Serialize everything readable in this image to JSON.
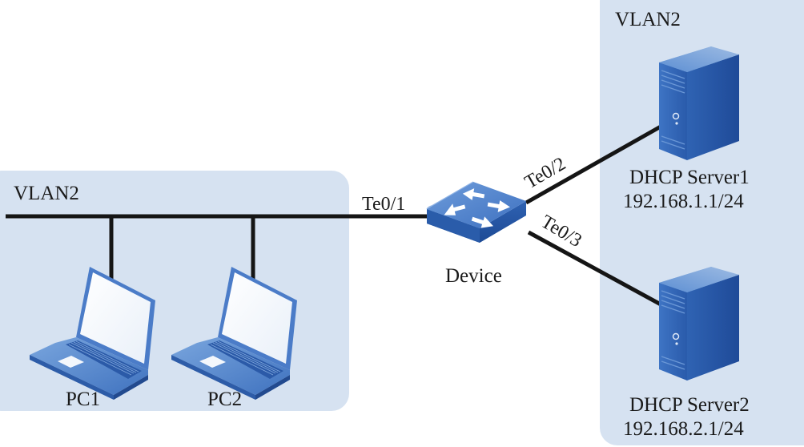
{
  "diagram": {
    "type": "network-topology",
    "colors": {
      "zone_fill": "#d6e2f1",
      "link": "#151515",
      "device_blue": "#2e62b0",
      "device_light": "#6d9bd8",
      "device_dark": "#1d4a93"
    },
    "zones": {
      "left": {
        "label": "VLAN2"
      },
      "right": {
        "label": "VLAN2"
      }
    },
    "nodes": {
      "device": {
        "label": "Device",
        "icon": "switch-icon"
      },
      "pc1": {
        "label": "PC1",
        "icon": "laptop-icon"
      },
      "pc2": {
        "label": "PC2",
        "icon": "laptop-icon"
      },
      "server1": {
        "label": "DHCP Server1",
        "ip": "192.168.1.1/24",
        "icon": "server-icon"
      },
      "server2": {
        "label": "DHCP Server2",
        "ip": "192.168.2.1/24",
        "icon": "server-icon"
      }
    },
    "ports": {
      "te01": "Te0/1",
      "te02": "Te0/2",
      "te03": "Te0/3"
    },
    "links": [
      {
        "from": "pc1",
        "to": "device",
        "via": "VLAN2 bus",
        "port": "Te0/1"
      },
      {
        "from": "pc2",
        "to": "device",
        "via": "VLAN2 bus",
        "port": "Te0/1"
      },
      {
        "from": "device",
        "to": "server1",
        "port": "Te0/2"
      },
      {
        "from": "device",
        "to": "server2",
        "port": "Te0/3"
      }
    ]
  }
}
